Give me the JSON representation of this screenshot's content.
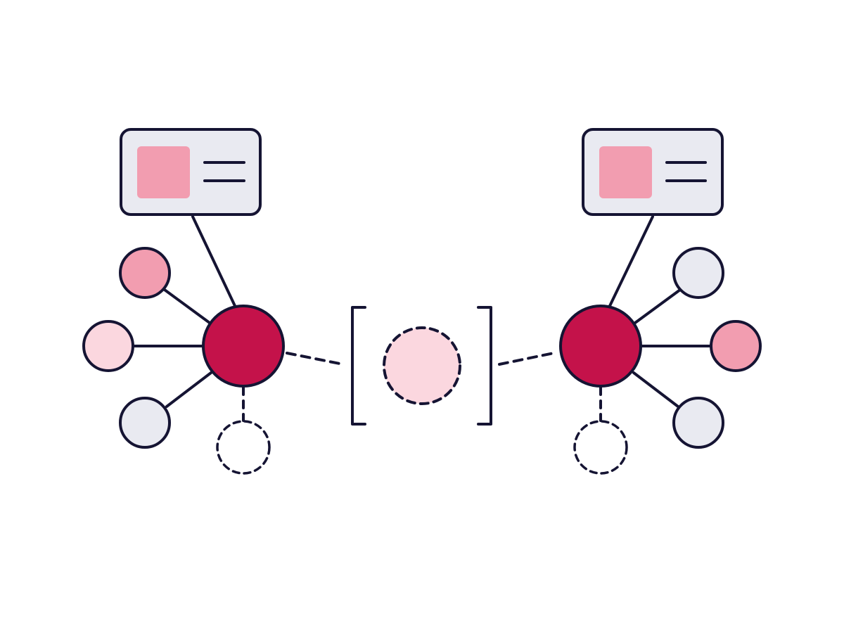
{
  "colors": {
    "stroke": "#151433",
    "hub_fill": "#c4124a",
    "pink_fill": "#f29db0",
    "light_pink_fill": "#fbd7df",
    "gray_fill": "#e9eaf1",
    "card_fill": "#e9eaf1",
    "background": "#ffffff"
  },
  "diagram": {
    "left_cluster": {
      "card": {
        "icon": "image-placeholder-icon",
        "lines": 2
      },
      "hub": {
        "state": "filled"
      },
      "satellites": [
        {
          "name": "upper",
          "fill": "pink",
          "style": "solid"
        },
        {
          "name": "middle",
          "fill": "light-pink",
          "style": "solid"
        },
        {
          "name": "lower",
          "fill": "gray",
          "style": "solid"
        },
        {
          "name": "bottom",
          "fill": "none",
          "style": "dashed"
        }
      ]
    },
    "right_cluster": {
      "card": {
        "icon": "image-placeholder-icon",
        "lines": 2
      },
      "hub": {
        "state": "filled"
      },
      "satellites": [
        {
          "name": "upper",
          "fill": "gray",
          "style": "solid"
        },
        {
          "name": "middle",
          "fill": "pink",
          "style": "solid"
        },
        {
          "name": "lower",
          "fill": "gray",
          "style": "solid"
        },
        {
          "name": "bottom",
          "fill": "none",
          "style": "dashed"
        }
      ]
    },
    "center": {
      "element": "bracketed-dashed-node",
      "fill": "light-pink"
    }
  }
}
